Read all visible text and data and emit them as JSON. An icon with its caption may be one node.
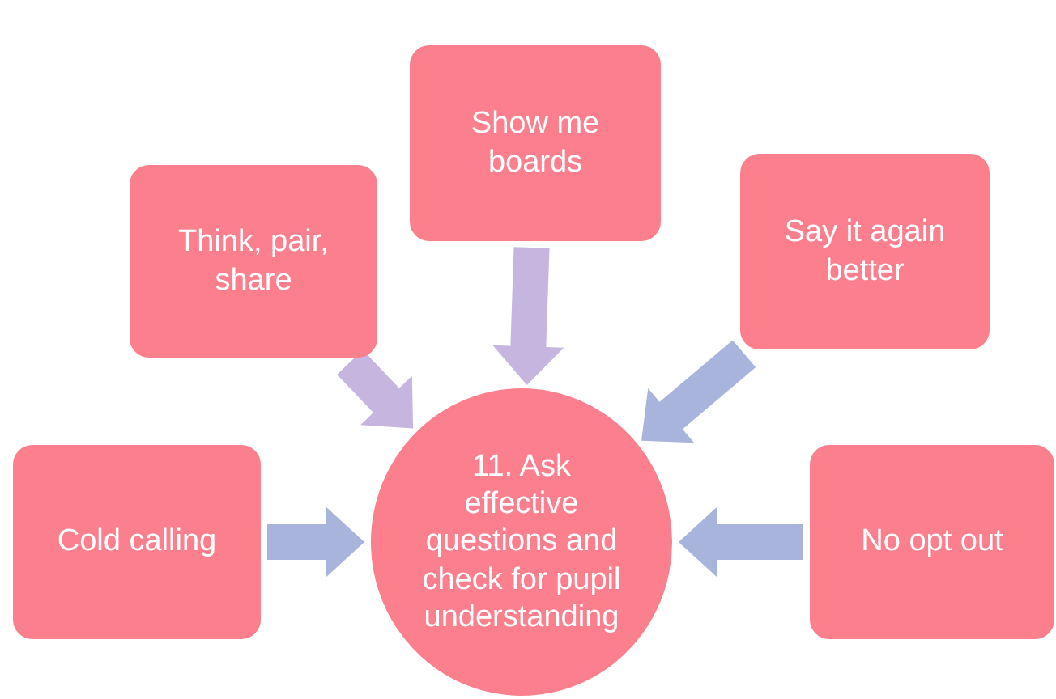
{
  "diagram": {
    "nodes": [
      {
        "text": [
          "11. Ask effective questions and check for pupil understanding"
        ]
      },
      {
        "text": [
          "Cold calling"
        ]
      },
      {
        "text": [
          "Think, pair, share"
        ]
      },
      {
        "text": [
          "Show me boards"
        ]
      },
      {
        "text": [
          "Say it again better"
        ]
      },
      {
        "text": [
          "No opt out"
        ]
      }
    ],
    "edges": [
      {
        "from": 1,
        "to": 0,
        "arrow": "to",
        "color": "#a9b4dc"
      },
      {
        "from": 2,
        "to": 0,
        "arrow": "to",
        "color": "#c6b6df"
      },
      {
        "from": 3,
        "to": 0,
        "arrow": "to",
        "color": "#c6b6df"
      },
      {
        "from": 4,
        "to": 0,
        "arrow": "to",
        "color": "#a9b4dc"
      },
      {
        "from": 5,
        "to": 0,
        "arrow": "to",
        "color": "#a9b4dc"
      }
    ]
  }
}
